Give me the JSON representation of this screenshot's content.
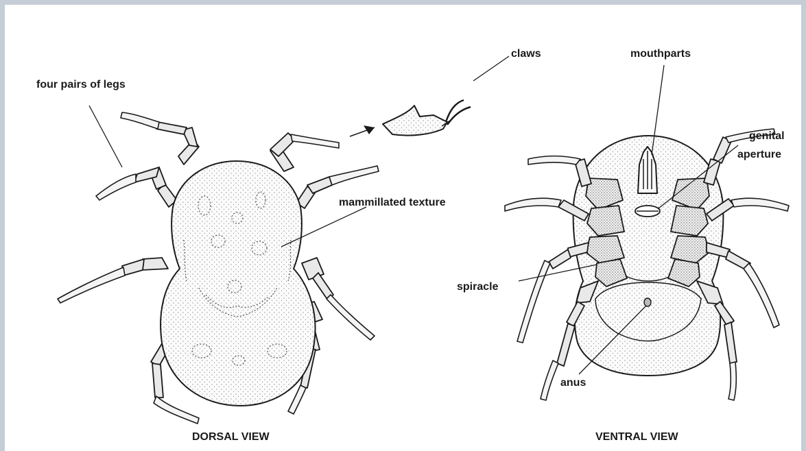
{
  "labels": {
    "four_pairs_of_legs": "four pairs of legs",
    "claws": "claws",
    "mouthparts": "mouthparts",
    "genital": "genital",
    "aperture": "aperture",
    "mammillated_texture": "mammillated texture",
    "spiracle": "spiracle",
    "anus": "anus"
  },
  "captions": {
    "dorsal": "DORSAL VIEW",
    "ventral": "VENTRAL VIEW"
  },
  "colors": {
    "page_border": "#c5cdd6",
    "background": "#ffffff",
    "ink": "#1a1a1a"
  }
}
